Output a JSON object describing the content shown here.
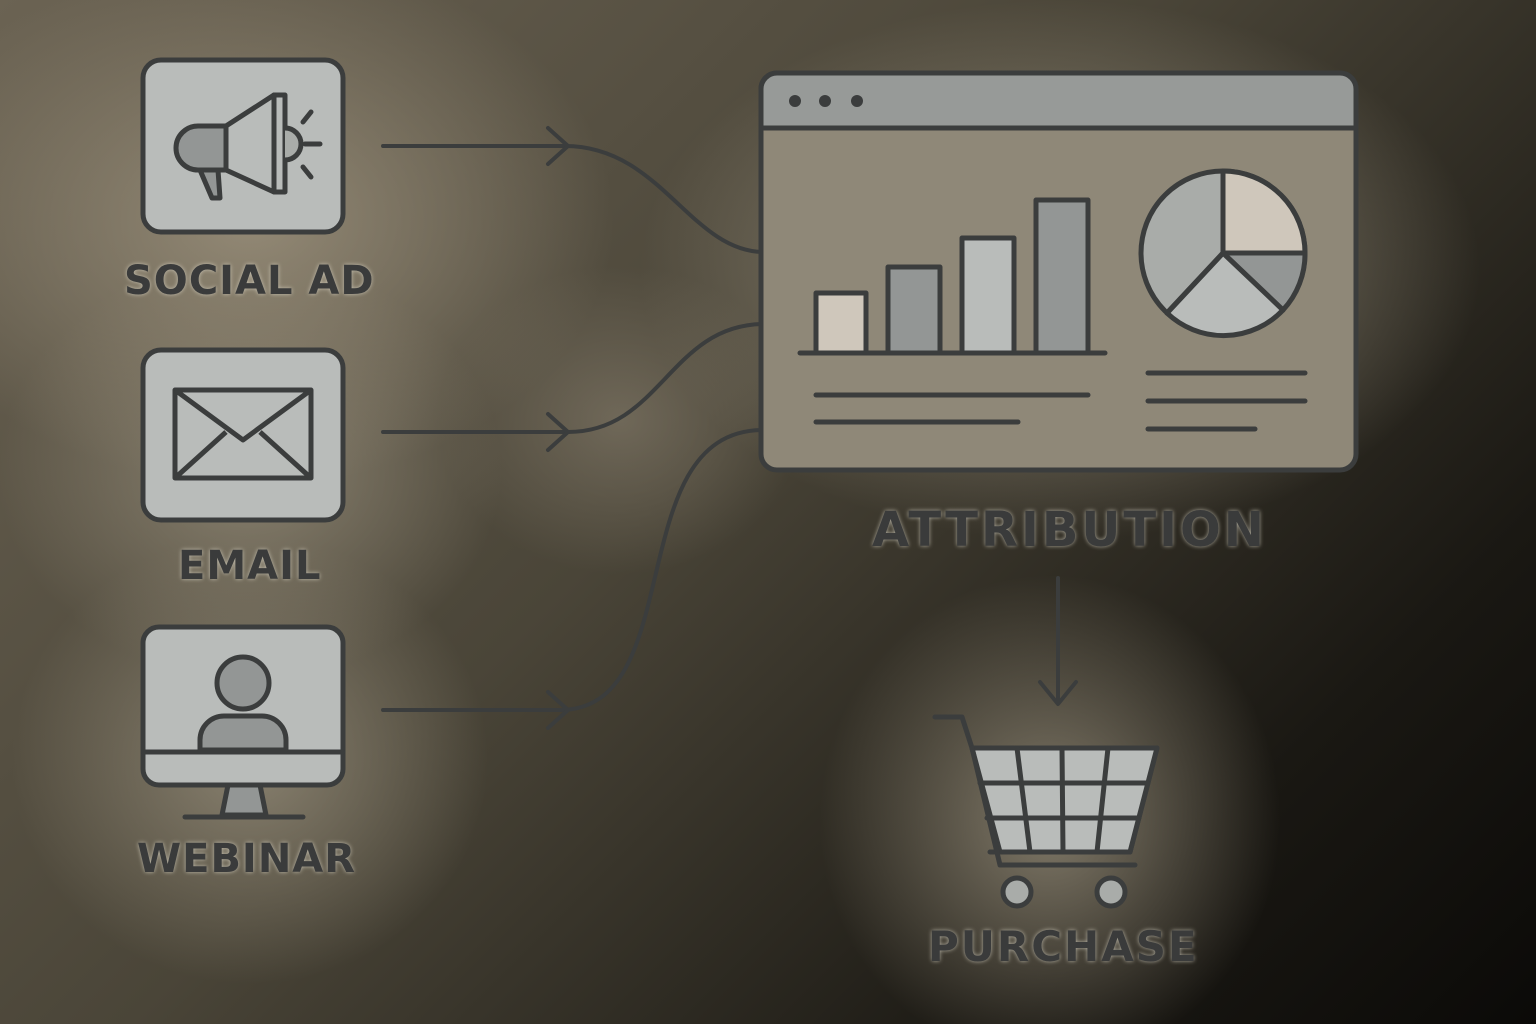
{
  "diagram": {
    "sources": [
      {
        "id": "social-ad",
        "label": "SOCIAL AD",
        "icon": "megaphone-icon"
      },
      {
        "id": "email",
        "label": "EMAIL",
        "icon": "envelope-icon"
      },
      {
        "id": "webinar",
        "label": "WEBINAR",
        "icon": "monitor-person-icon"
      }
    ],
    "hub": {
      "label": "ATTRIBUTION",
      "icon": "dashboard-window-icon"
    },
    "outcome": {
      "label": "PURCHASE",
      "icon": "shopping-cart-icon"
    },
    "edges": [
      {
        "from": "social-ad",
        "to": "attribution"
      },
      {
        "from": "email",
        "to": "attribution"
      },
      {
        "from": "webinar",
        "to": "attribution"
      },
      {
        "from": "attribution",
        "to": "purchase"
      }
    ]
  },
  "colors": {
    "stroke": "#3b3d3d",
    "icon_fill": "#b9bcba",
    "icon_fill_dark": "#939695",
    "accent_beige": "#cfc7bb",
    "background": "#8a8270"
  }
}
